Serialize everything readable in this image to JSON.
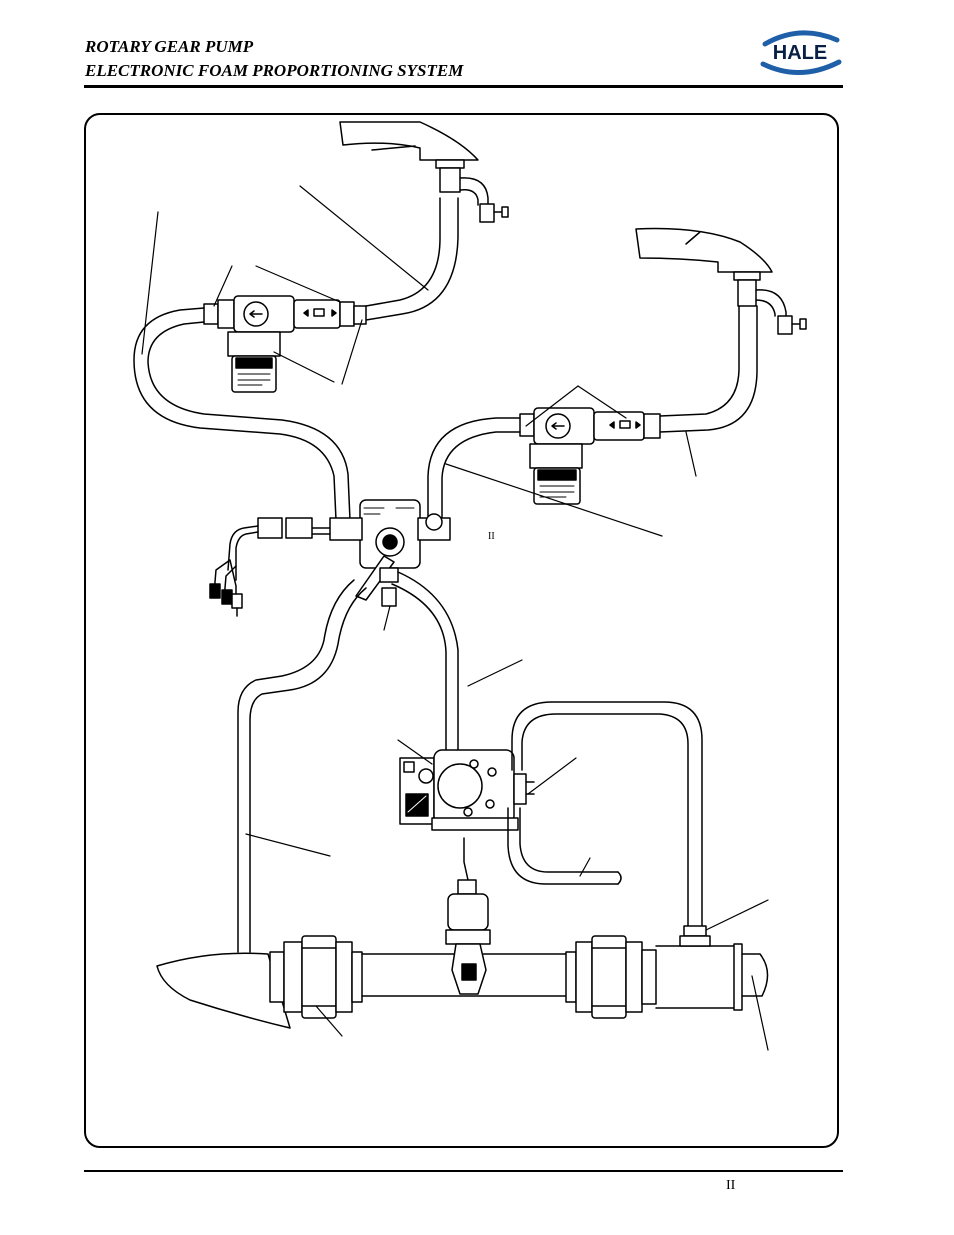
{
  "header": {
    "title_line1": "ROTARY GEAR PUMP",
    "title_line2": "ELECTRONIC FOAM PROPORTIONING SYSTEM",
    "logo_text": "HALE",
    "logo_color": "#1f5fa8"
  },
  "diagram": {
    "inline_label": "II"
  },
  "footer": {
    "page_number": "II"
  }
}
